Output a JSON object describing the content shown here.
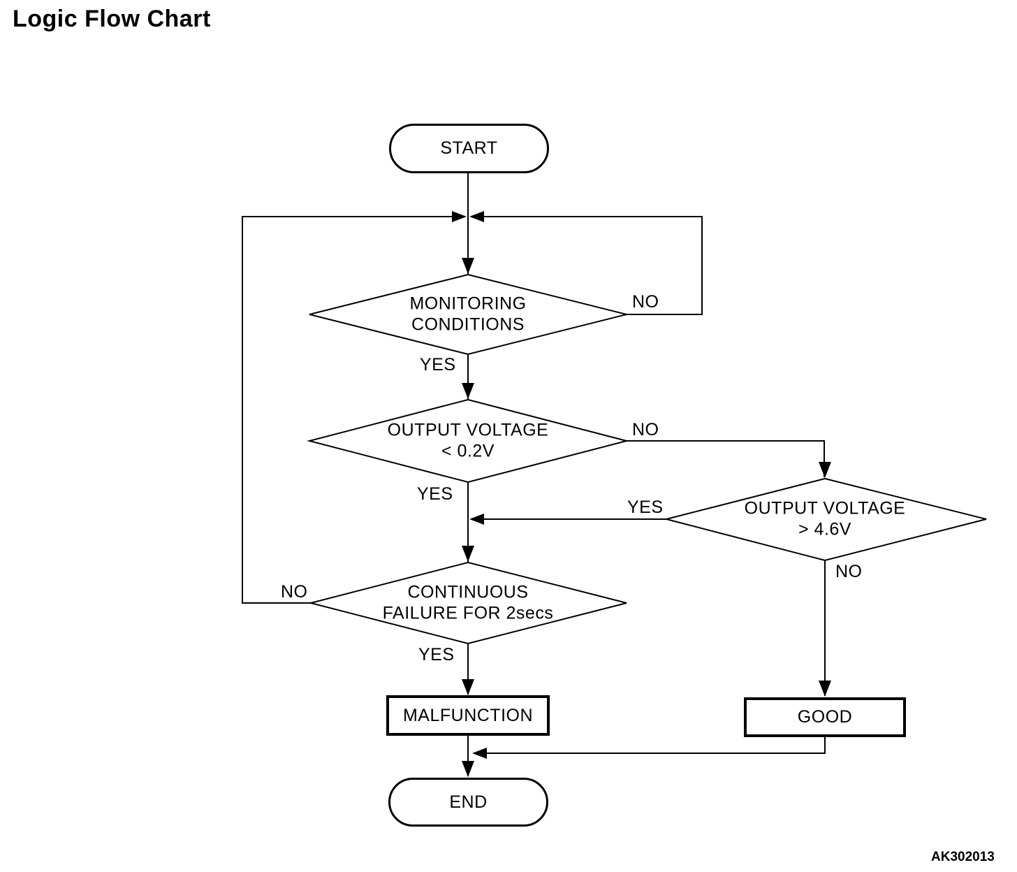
{
  "title": "Logic Flow Chart",
  "figure_code": "AK302013",
  "colors": {
    "line": "#000000",
    "background": "#ffffff",
    "text": "#000000"
  },
  "nodes": {
    "start": {
      "type": "terminator",
      "label": "START"
    },
    "monitoring": {
      "type": "decision",
      "line1": "MONITORING",
      "line2": "CONDITIONS"
    },
    "output_low": {
      "type": "decision",
      "line1": "OUTPUT VOLTAGE",
      "line2": "< 0.2V"
    },
    "output_high": {
      "type": "decision",
      "line1": "OUTPUT VOLTAGE",
      "line2": "> 4.6V"
    },
    "continuous": {
      "type": "decision",
      "line1": "CONTINUOUS",
      "line2": "FAILURE FOR 2secs"
    },
    "malfunction": {
      "type": "process",
      "label": "MALFUNCTION"
    },
    "good": {
      "type": "process",
      "label": "GOOD"
    },
    "end": {
      "type": "terminator",
      "label": "END"
    }
  },
  "edge_labels": {
    "monitoring_yes": "YES",
    "monitoring_no": "NO",
    "output_low_yes": "YES",
    "output_low_no": "NO",
    "output_high_yes": "YES",
    "output_high_no": "NO",
    "continuous_yes": "YES",
    "continuous_no": "NO"
  }
}
